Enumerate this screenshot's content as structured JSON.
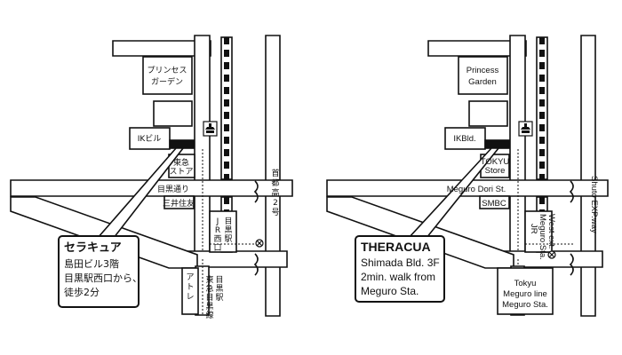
{
  "left_map": {
    "buildings": {
      "princess_garden_line1": "プリンセス",
      "princess_garden_line2": "ガーデン",
      "ik_building": "IKビル",
      "tokyu_store_line1": "東急",
      "tokyu_store_line2": "ストア",
      "mitsui_sumitomo": "三井住友",
      "atre_chars": [
        "ア",
        "ト",
        "レ"
      ]
    },
    "roads": {
      "meguro_dori": "目黒通り",
      "shuto_expressway_chars": [
        "首",
        "都",
        "高",
        "2",
        "号"
      ]
    },
    "stations": {
      "jr_station_col1": [
        "J",
        "R",
        "西",
        "口"
      ],
      "jr_station_col2": [
        "目",
        "黒",
        "駅"
      ],
      "tokyu_line_col1": [
        "東",
        "急",
        "目",
        "黒",
        "線"
      ],
      "tokyu_line_col2": [
        "目",
        "黒",
        "駅"
      ]
    },
    "callout": {
      "title": "セラキュア",
      "lines": [
        "島田ビル3階",
        "目黒駅西口から、",
        "徒歩2分"
      ]
    }
  },
  "right_map": {
    "buildings": {
      "princess_garden_line1": "Princess",
      "princess_garden_line2": "Garden",
      "ik_building": "IKBld.",
      "tokyu_store_line1": "TOKYU",
      "tokyu_store_line2": "Store",
      "smbc": "SMBC"
    },
    "roads": {
      "meguro_dori": "Meguro Dori St.",
      "shuto_expressway": "Shuto EXP.way"
    },
    "stations": {
      "jr_station": [
        "JR",
        "Meguro Sta.",
        "West ext."
      ],
      "tokyu_line": [
        "Tokyu",
        "Meguro line",
        "Meguro Sta."
      ]
    },
    "callout": {
      "title": "THERACUA",
      "lines": [
        "Shimada Bld. 3F",
        "2min. walk from",
        "Meguro Sta."
      ]
    }
  },
  "colors": {
    "outline": "#111111",
    "road_fill": "#ffffff",
    "railway": "#111111",
    "target_building": "#111111"
  },
  "icons": [
    "shrine-icon",
    "exit-marker-icon"
  ]
}
